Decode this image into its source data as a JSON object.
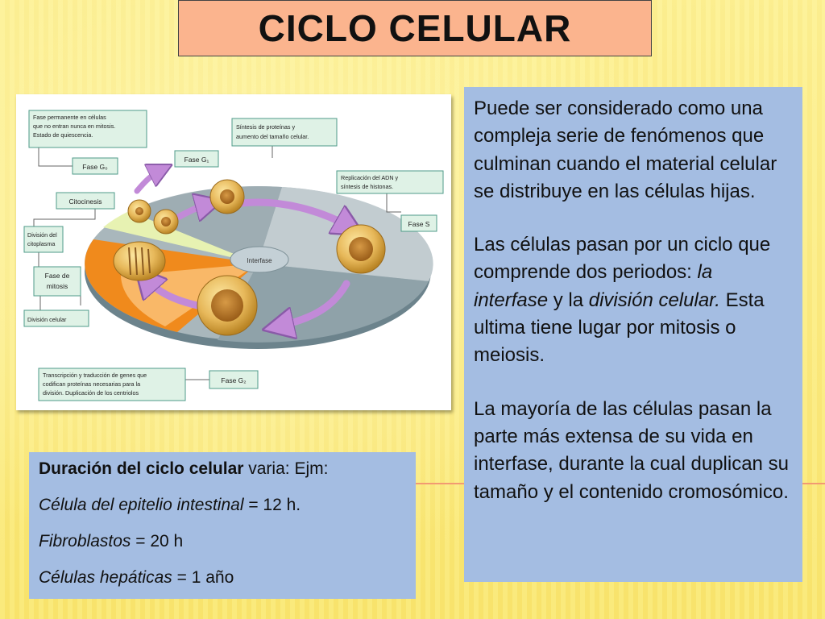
{
  "title": "CICLO CELULAR",
  "diagram": {
    "labels": {
      "g0_description": [
        "Fase permanente en células",
        "que no entran nunca en mitosis.",
        "Estado de quiescencia."
      ],
      "g0": "Fase G₀",
      "g1_description": [
        "Síntesis de proteínas y",
        "aumento del tamaño celular."
      ],
      "g1": "Fase G₁",
      "s_description": [
        "Replicación del ADN y",
        "síntesis de histonas."
      ],
      "s": "Fase S",
      "citocinesis": "Citocinesis",
      "division_citoplasma": [
        "División del",
        "citoplasma"
      ],
      "mitosis": [
        "Fase de",
        "mitosis"
      ],
      "division_celular": "División celular",
      "interfase": "Interfase",
      "g2_description": [
        "Transcripción y traducción de genes que",
        "codifican proteínas necesarias para la",
        "división. Duplicación de los centriolos"
      ],
      "g2": "Fase G₂"
    }
  },
  "panel": {
    "p1": "Puede ser considerado como una compleja serie de fenómenos que culminan cuando el material celular se distribuye en las células hijas.",
    "p2_start": "Las células pasan por un ciclo que comprende dos periodos: ",
    "p2_interfase": "la interfase",
    "p2_mid": " y la ",
    "p2_division": "división celular.",
    "p2_end": " Esta ultima tiene lugar por mitosis o meiosis.",
    "p3": "La mayoría de las células pasan la parte más extensa de su vida en interfase, durante la cual duplican su tamaño y el contenido cromosómico."
  },
  "duration": {
    "heading_bold": "Duración del ciclo celular",
    "heading_rest": " varia: Ejm:",
    "items": [
      {
        "name": "Célula del epitelio intestinal",
        "value": " = 12 h."
      },
      {
        "name": "Fibroblastos",
        "value": " = 20 h"
      },
      {
        "name": "Células hepáticas",
        "value": " = 1 año"
      }
    ]
  },
  "colors": {
    "title_bg": "#fbb48e",
    "panel_bg": "#a4bde2",
    "accent_line": "#f29a72",
    "label_box_bg": "#dff2e6",
    "label_box_border": "#4f9b89",
    "arrow": "#c28ad8"
  }
}
